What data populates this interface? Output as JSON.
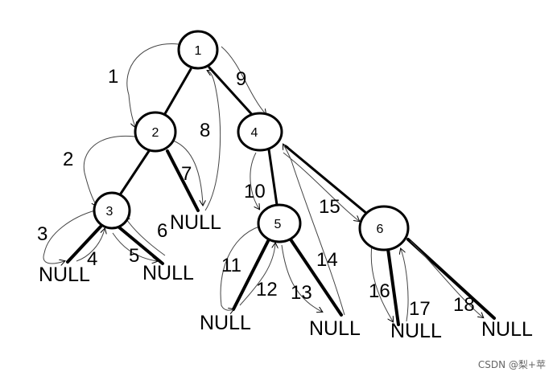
{
  "tree": {
    "nodes": [
      {
        "id": "n1",
        "label": "1"
      },
      {
        "id": "n2",
        "label": "2"
      },
      {
        "id": "n3",
        "label": "3"
      },
      {
        "id": "n4",
        "label": "4"
      },
      {
        "id": "n5",
        "label": "5"
      },
      {
        "id": "n6",
        "label": "6"
      }
    ],
    "null_label": "NULL",
    "steps": [
      "1",
      "2",
      "3",
      "4",
      "5",
      "6",
      "7",
      "8",
      "9",
      "10",
      "11",
      "12",
      "13",
      "14",
      "15",
      "16",
      "17",
      "18"
    ]
  },
  "watermark": "CSDN @梨+苹"
}
